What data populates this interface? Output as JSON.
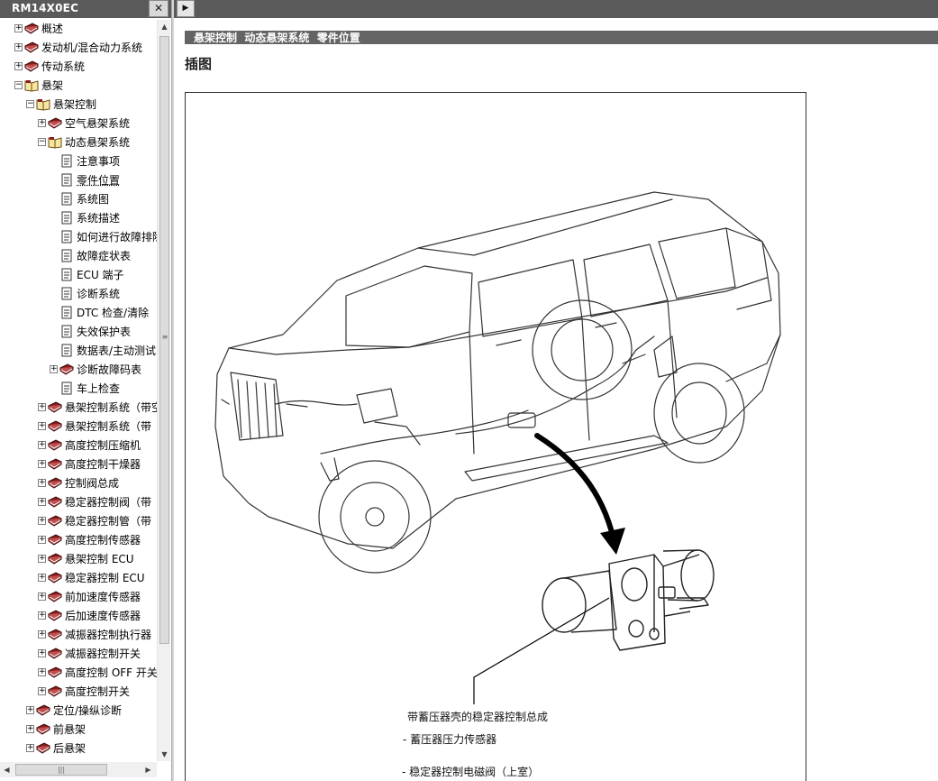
{
  "left_header": {
    "doc_id": "RM14X0EC",
    "close_label": "✕"
  },
  "tree": [
    {
      "label": "概述",
      "level": 0,
      "expander": "+",
      "icon": "book"
    },
    {
      "label": "发动机/混合动力系统",
      "level": 0,
      "expander": "+",
      "icon": "book"
    },
    {
      "label": "传动系统",
      "level": 0,
      "expander": "+",
      "icon": "book"
    },
    {
      "label": "悬架",
      "level": 0,
      "expander": "−",
      "icon": "book-open"
    },
    {
      "label": "悬架控制",
      "level": 1,
      "expander": "−",
      "icon": "book-open"
    },
    {
      "label": "空气悬架系统",
      "level": 2,
      "expander": "+",
      "icon": "book"
    },
    {
      "label": "动态悬架系统",
      "level": 2,
      "expander": "−",
      "icon": "book-open"
    },
    {
      "label": "注意事项",
      "level": 3,
      "expander": "",
      "icon": "page"
    },
    {
      "label": "零件位置",
      "level": 3,
      "expander": "",
      "icon": "page",
      "selected": true
    },
    {
      "label": "系统图",
      "level": 3,
      "expander": "",
      "icon": "page"
    },
    {
      "label": "系统描述",
      "level": 3,
      "expander": "",
      "icon": "page"
    },
    {
      "label": "如何进行故障排除",
      "level": 3,
      "expander": "",
      "icon": "page"
    },
    {
      "label": "故障症状表",
      "level": 3,
      "expander": "",
      "icon": "page"
    },
    {
      "label": "ECU 端子",
      "level": 3,
      "expander": "",
      "icon": "page"
    },
    {
      "label": "诊断系统",
      "level": 3,
      "expander": "",
      "icon": "page"
    },
    {
      "label": "DTC 检查/清除",
      "level": 3,
      "expander": "",
      "icon": "page"
    },
    {
      "label": "失效保护表",
      "level": 3,
      "expander": "",
      "icon": "page"
    },
    {
      "label": "数据表/主动测试",
      "level": 3,
      "expander": "",
      "icon": "page"
    },
    {
      "label": "诊断故障码表",
      "level": 3,
      "expander": "+",
      "icon": "book"
    },
    {
      "label": "车上检查",
      "level": 3,
      "expander": "",
      "icon": "page"
    },
    {
      "label": "悬架控制系统（带空",
      "level": 2,
      "expander": "+",
      "icon": "book"
    },
    {
      "label": "悬架控制系统（带",
      "level": 2,
      "expander": "+",
      "icon": "book"
    },
    {
      "label": "高度控制压缩机",
      "level": 2,
      "expander": "+",
      "icon": "book"
    },
    {
      "label": "高度控制干燥器",
      "level": 2,
      "expander": "+",
      "icon": "book"
    },
    {
      "label": "控制阀总成",
      "level": 2,
      "expander": "+",
      "icon": "book"
    },
    {
      "label": "稳定器控制阀（带",
      "level": 2,
      "expander": "+",
      "icon": "book"
    },
    {
      "label": "稳定器控制管（带",
      "level": 2,
      "expander": "+",
      "icon": "book"
    },
    {
      "label": "高度控制传感器",
      "level": 2,
      "expander": "+",
      "icon": "book"
    },
    {
      "label": "悬架控制 ECU",
      "level": 2,
      "expander": "+",
      "icon": "book"
    },
    {
      "label": "稳定器控制 ECU",
      "level": 2,
      "expander": "+",
      "icon": "book"
    },
    {
      "label": "前加速度传感器",
      "level": 2,
      "expander": "+",
      "icon": "book"
    },
    {
      "label": "后加速度传感器",
      "level": 2,
      "expander": "+",
      "icon": "book"
    },
    {
      "label": "减振器控制执行器",
      "level": 2,
      "expander": "+",
      "icon": "book"
    },
    {
      "label": "减振器控制开关",
      "level": 2,
      "expander": "+",
      "icon": "book"
    },
    {
      "label": "高度控制 OFF 开关",
      "level": 2,
      "expander": "+",
      "icon": "book"
    },
    {
      "label": "高度控制开关",
      "level": 2,
      "expander": "+",
      "icon": "book"
    },
    {
      "label": "定位/操纵诊断",
      "level": 1,
      "expander": "+",
      "icon": "book"
    },
    {
      "label": "前悬架",
      "level": 1,
      "expander": "+",
      "icon": "book"
    },
    {
      "label": "后悬架",
      "level": 1,
      "expander": "+",
      "icon": "book"
    }
  ],
  "scrollbar": {
    "up": "▲",
    "down": "▼",
    "left": "◀",
    "right": "▶",
    "grip": "|||",
    "vgrip": "≡"
  },
  "content": {
    "expand_label": "▶",
    "breadcrumb": "悬架控制  动态悬架系统  零件位置",
    "section_title": "插图",
    "callouts": [
      "带蓄压器壳的稳定器控制总成",
      "- 蓄压器压力传感器",
      "- 稳定器控制电磁阀（上室）"
    ]
  },
  "colors": {
    "book": "#8b1a1a",
    "header_bg": "#5a5a5a",
    "breadcrumb_bg": "#646464"
  }
}
